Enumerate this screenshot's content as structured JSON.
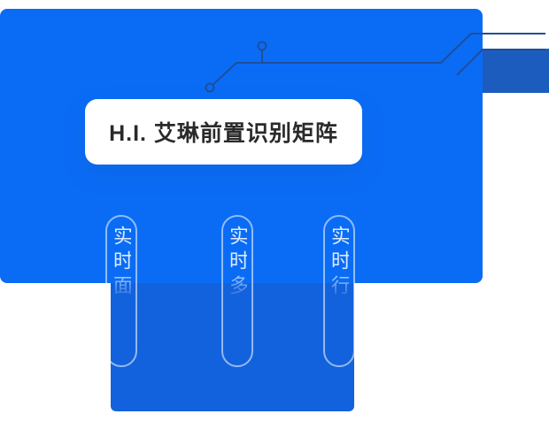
{
  "colors": {
    "primary_blue": "#0a6cf5",
    "panel_deep_blue": "#1262dd",
    "corner_blue": "#1b5cbe",
    "circuit_line": "#1e4f9c",
    "card_bg": "#ffffff",
    "card_text": "#2a2a2a",
    "pill_text": "#ddecff"
  },
  "card": {
    "title": "H.I. 艾琳前置识别矩阵"
  },
  "pills": [
    {
      "label": "实时面"
    },
    {
      "label": "实时多"
    },
    {
      "label": "实时行"
    }
  ]
}
